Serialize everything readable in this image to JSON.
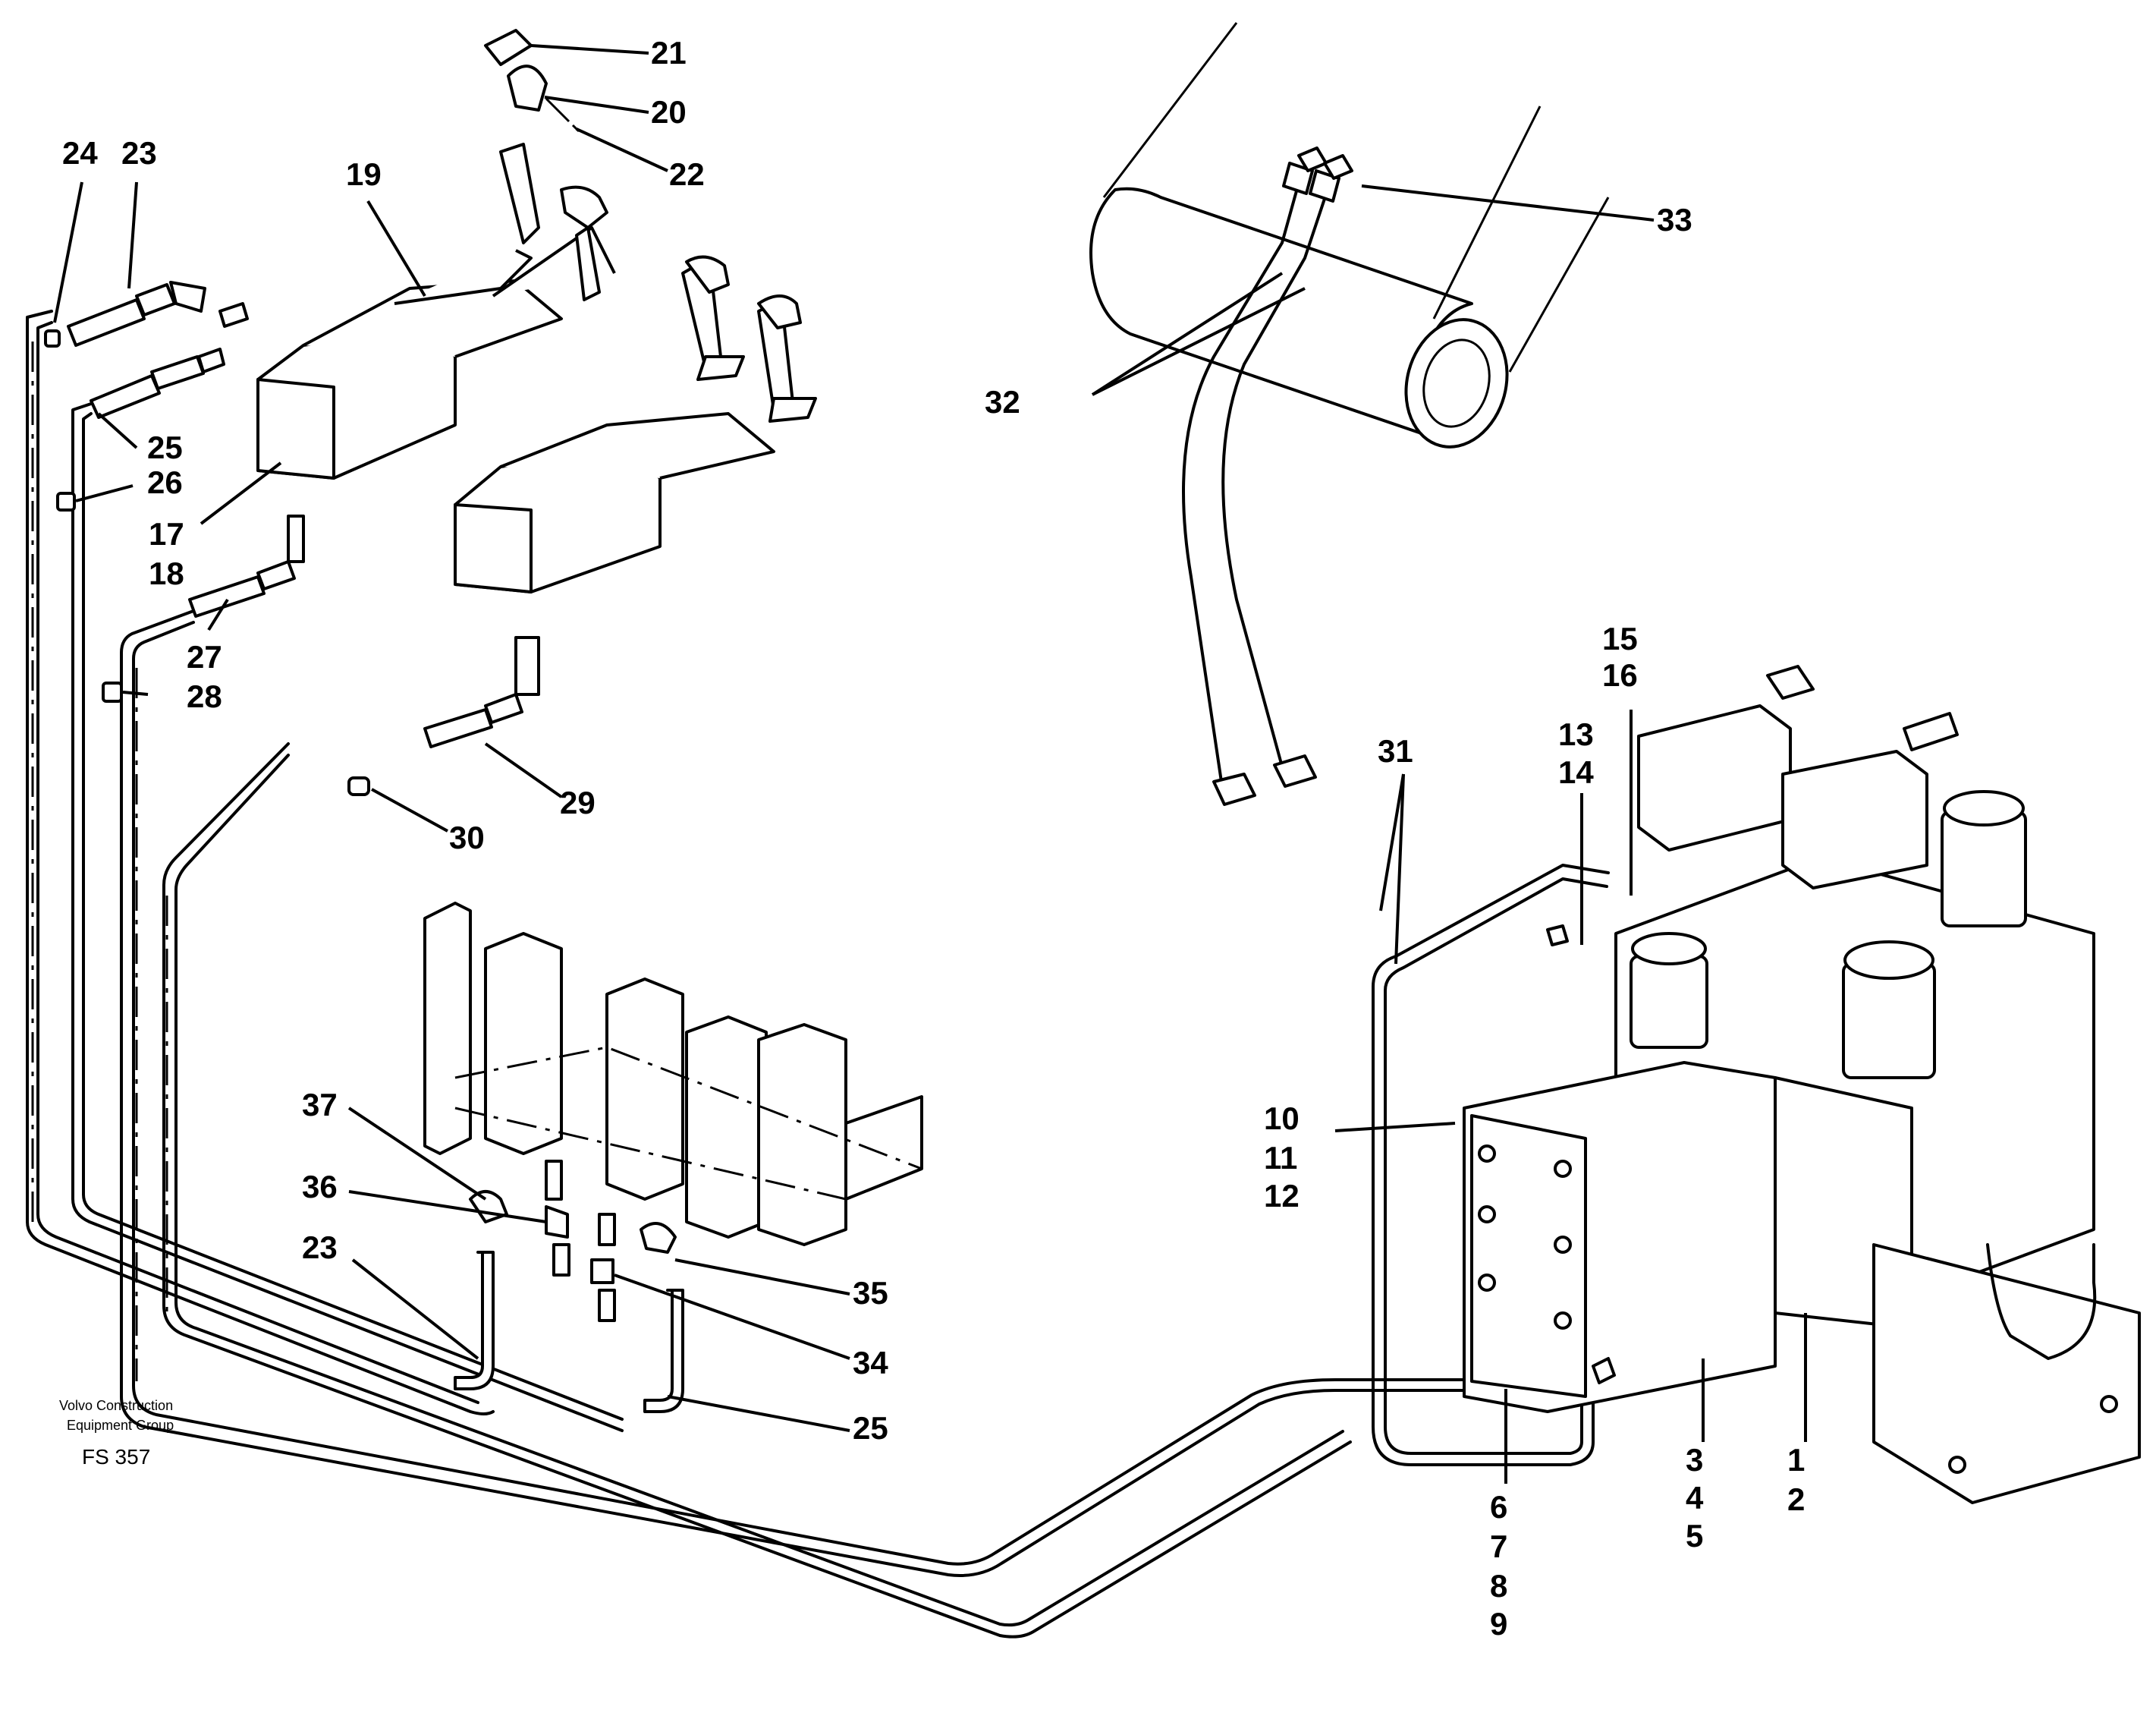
{
  "callouts": {
    "c21": "21",
    "c20": "20",
    "c22": "22",
    "c24": "24",
    "c23a": "23",
    "c19": "19",
    "c33": "33",
    "c32": "32",
    "c25a": "25",
    "c26": "26",
    "c17": "17",
    "c18": "18",
    "c27": "27",
    "c28": "28",
    "c15": "15",
    "c16": "16",
    "c13": "13",
    "c14": "14",
    "c31": "31",
    "c29": "29",
    "c30": "30",
    "c37": "37",
    "c10": "10",
    "c11": "11",
    "c12": "12",
    "c36": "36",
    "c23b": "23",
    "c35": "35",
    "c34": "34",
    "c25b": "25",
    "c3": "3",
    "c4": "4",
    "c5": "5",
    "c1": "1",
    "c2": "2",
    "c6": "6",
    "c7": "7",
    "c8": "8",
    "c9": "9"
  },
  "footer": {
    "company_line1": "Volvo Construction",
    "company_line2": "Equipment Group",
    "figure_code": "FS 357"
  }
}
